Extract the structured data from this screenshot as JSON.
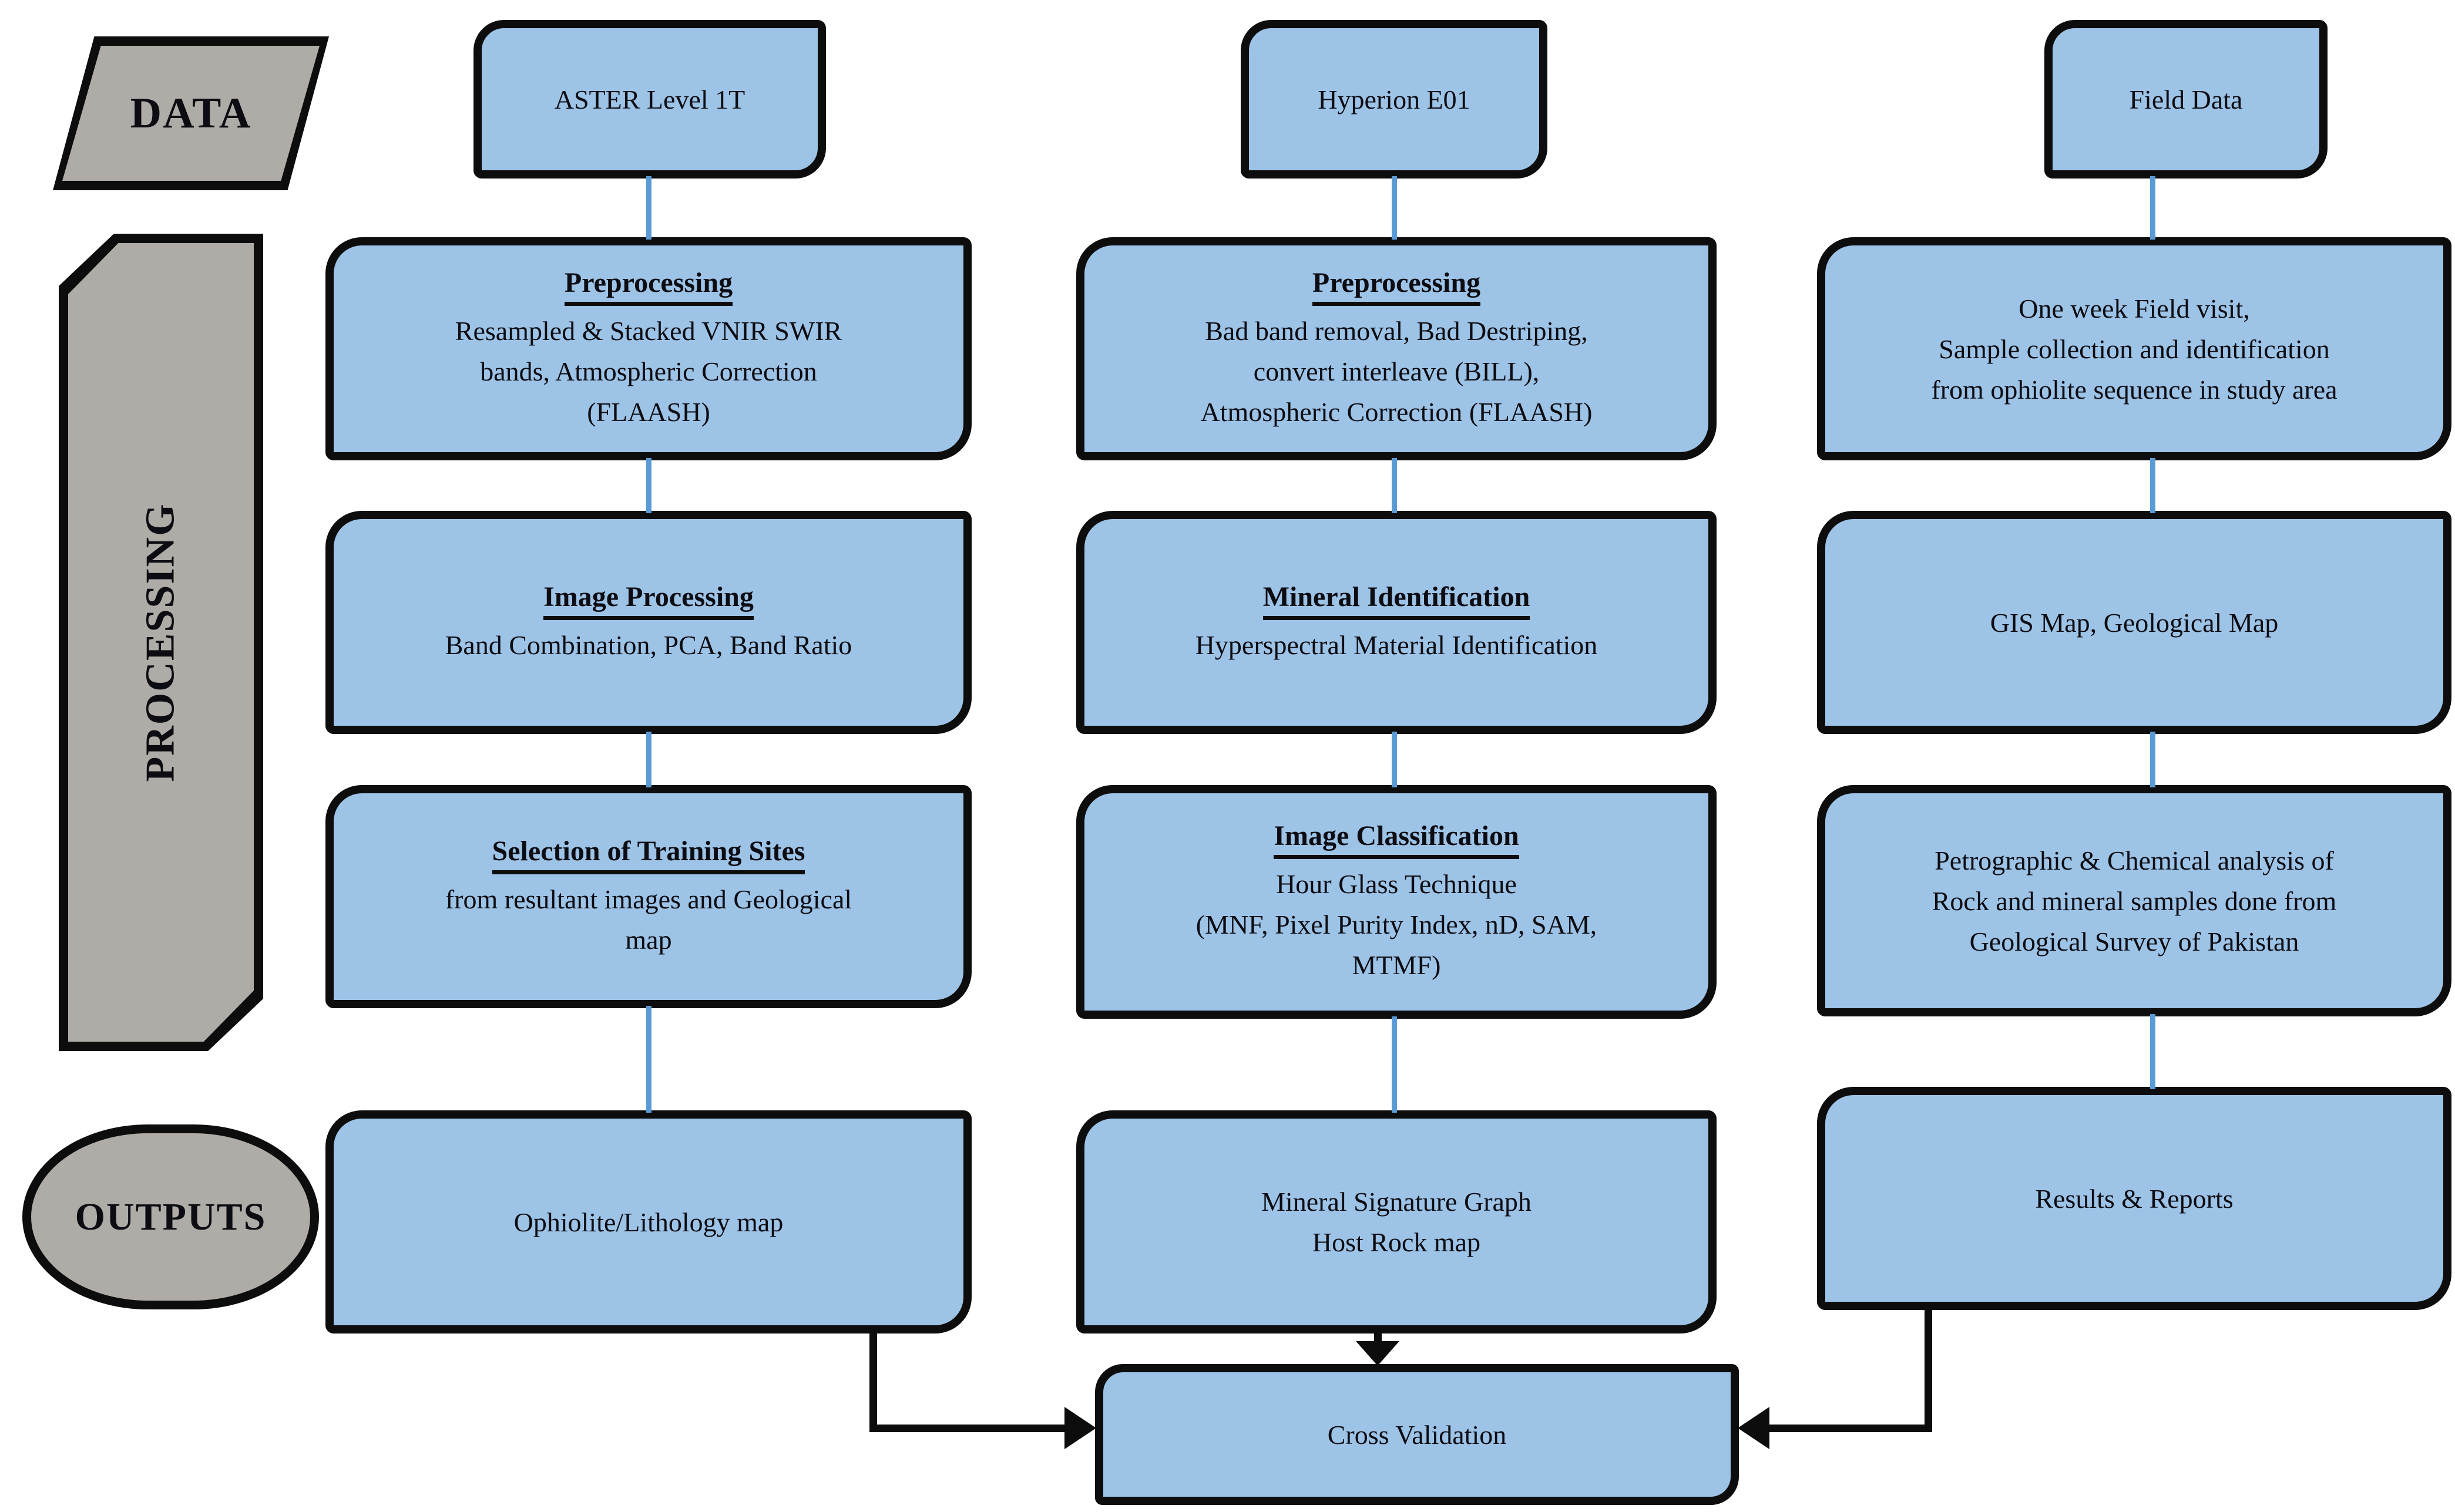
{
  "diagram": {
    "title": "Remote sensing geological mapping methodology flowchart",
    "colors": {
      "box_fill": "#9DC3E6",
      "label_fill": "#AFABA6",
      "border": "#0d0d0d",
      "connector_blue": "#5B9BD5",
      "arrow_black": "#0d0d0d",
      "background": "#ffffff"
    },
    "side_labels": {
      "data": "DATA",
      "processing": "PROCESSING",
      "outputs": "OUTPUTS"
    },
    "columns": [
      {
        "header": "ASTER Level 1T",
        "steps": [
          {
            "title": "Preprocessing",
            "body": "Resampled  & Stacked VNIR SWIR\nbands, Atmospheric Correction\n(FLAASH)"
          },
          {
            "title": "Image Processing",
            "body": "Band Combination, PCA, Band Ratio"
          },
          {
            "title": "Selection of Training Sites",
            "body": "from resultant images and Geological\nmap"
          }
        ],
        "output": "Ophiolite/Lithology map"
      },
      {
        "header": "Hyperion E01",
        "steps": [
          {
            "title": "Preprocessing",
            "body": "Bad band removal, Bad Destriping,\nconvert interleave (BILL),\nAtmospheric Correction (FLAASH)"
          },
          {
            "title": "Mineral Identification",
            "body": "Hyperspectral Material Identification"
          },
          {
            "title": "Image Classification",
            "body": "Hour Glass Technique\n(MNF, Pixel Purity Index, nD, SAM,\nMTMF)"
          }
        ],
        "output": "Mineral Signature Graph\nHost Rock map"
      },
      {
        "header": "Field Data",
        "steps": [
          {
            "title": "",
            "body": "One week Field visit,\nSample collection  and identification\nfrom ophiolite sequence in study area"
          },
          {
            "title": "",
            "body": "GIS Map, Geological Map"
          },
          {
            "title": "",
            "body": "Petrographic & Chemical analysis of\nRock and mineral samples done from\nGeological Survey of Pakistan"
          }
        ],
        "output": "Results & Reports"
      }
    ],
    "validation": "Cross Validation"
  }
}
